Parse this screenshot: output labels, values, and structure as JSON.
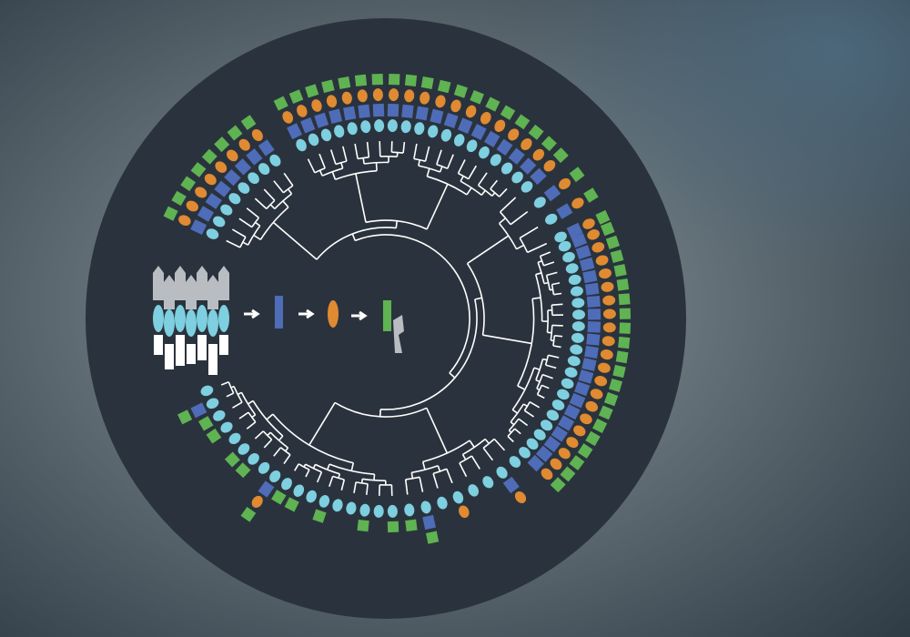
{
  "colors": {
    "background_center": "#8d9a9f",
    "background_edge": "#2f3b45",
    "background_glow": "#4f6e84",
    "disc": "#2a333d",
    "branch": "#ffffff",
    "cyan_ellipse": "#7ecfe0",
    "blue_rect": "#4f6cb8",
    "orange_ellipse": "#e08a32",
    "green_rect": "#5fb352",
    "gray_shard": "#b9bdc1",
    "white_block": "#ffffff",
    "arrow": "#ffffff"
  },
  "icons": {
    "arrow": "right-arrow-icon",
    "stage1": "blue-rect-icon",
    "stage2": "orange-ellipse-icon",
    "stage3": "green-rect-with-shard-icon"
  },
  "tree": {
    "type": "circular-phylogenetic-tree",
    "tip_count": 76,
    "marker_legend_order": [
      "cyan-ellipse",
      "blue-rectangle",
      "orange-ellipse",
      "green-rectangle"
    ]
  }
}
